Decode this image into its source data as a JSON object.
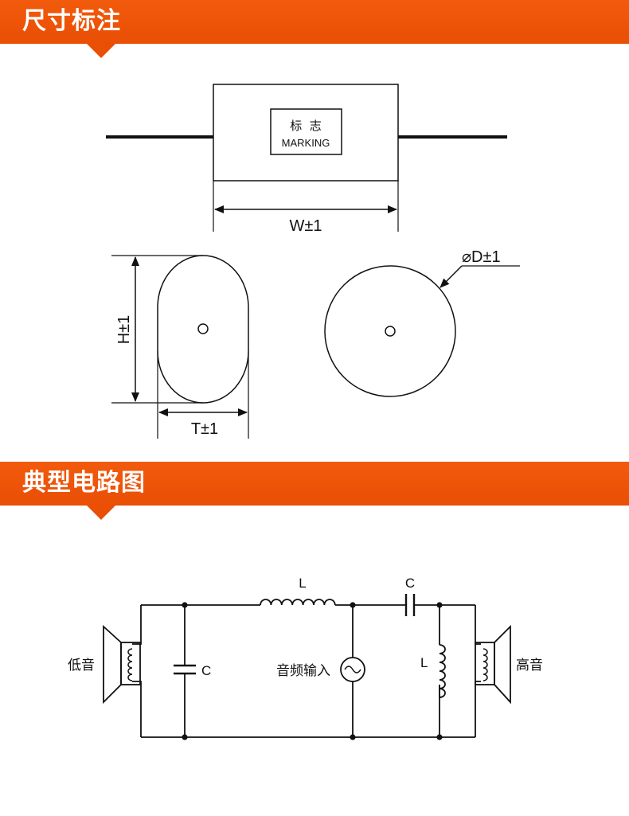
{
  "sections": {
    "dimensions_title": "尺寸标注",
    "circuit_title": "典型电路图"
  },
  "dimensions": {
    "marking_cn": "标  志",
    "marking_en": "MARKING",
    "width_label": "W±1",
    "height_label": "H±1",
    "thickness_label": "T±1",
    "diameter_label": "⌀D±1"
  },
  "circuit": {
    "inductor_top_label": "L",
    "capacitor_top_label": "C",
    "capacitor_left_label": "C",
    "inductor_right_label": "L",
    "woofer_label": "低音",
    "tweeter_label": "高音",
    "source_label": "音频输入"
  },
  "colors": {
    "banner": "#e94f05",
    "banner_text": "#ffffff",
    "line": "#111111"
  },
  "icons": {
    "source": "ac-source-icon",
    "woofer": "speaker-icon",
    "tweeter": "speaker-icon"
  }
}
